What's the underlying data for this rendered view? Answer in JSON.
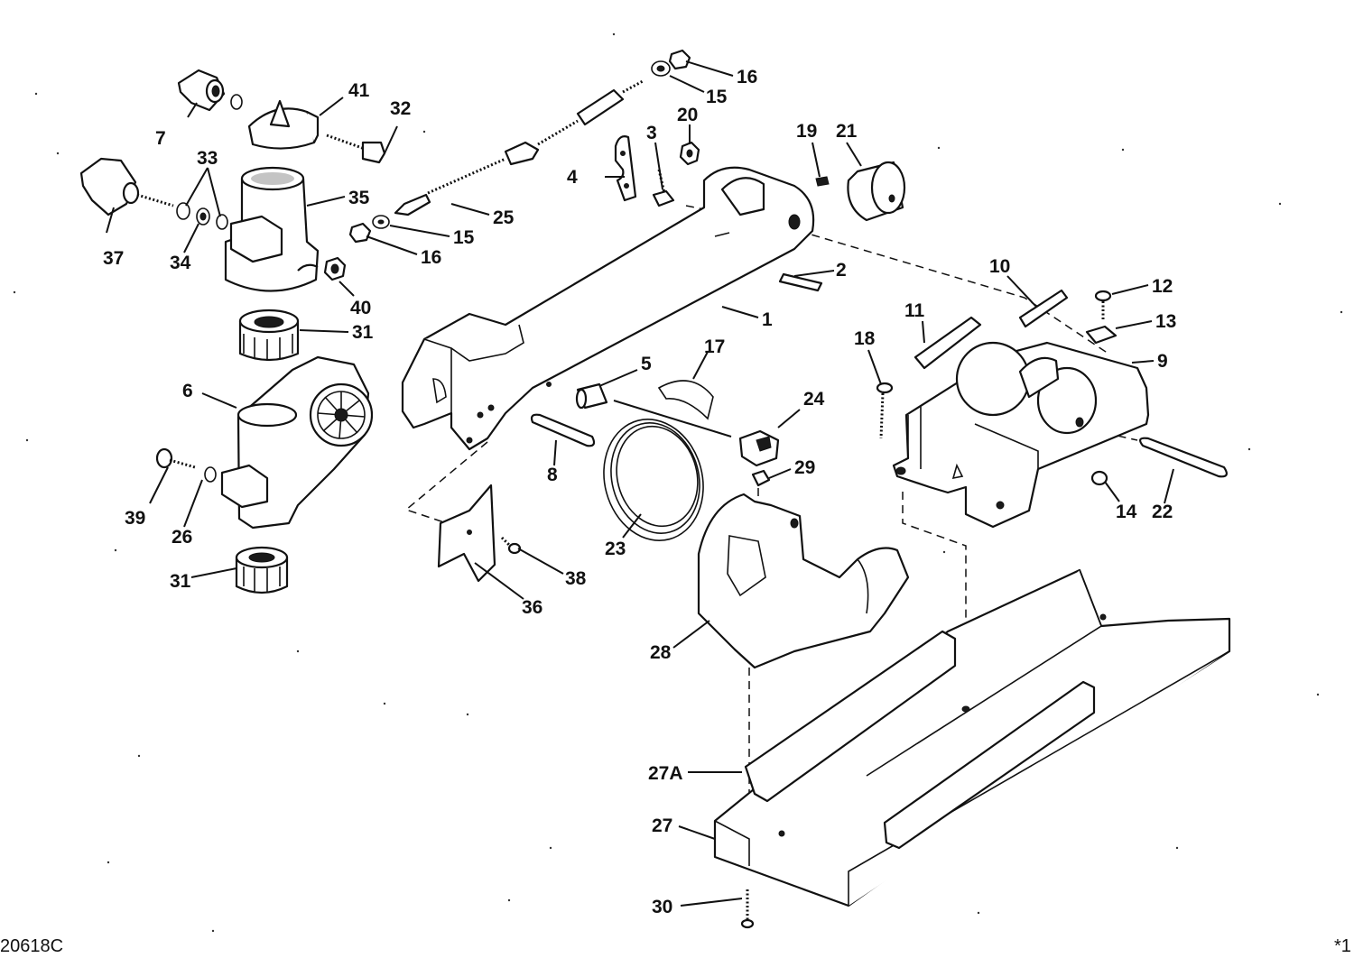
{
  "callouts": {
    "c1": "1",
    "c2": "2",
    "c3": "3",
    "c4": "4",
    "c5": "5",
    "c6": "6",
    "c7": "7",
    "c8": "8",
    "c9": "9",
    "c10": "10",
    "c11": "11",
    "c12": "12",
    "c13": "13",
    "c14": "14",
    "c15a": "15",
    "c15b": "15",
    "c16a": "16",
    "c16b": "16",
    "c17": "17",
    "c18": "18",
    "c19": "19",
    "c20": "20",
    "c21": "21",
    "c22": "22",
    "c23": "23",
    "c24": "24",
    "c25": "25",
    "c26": "26",
    "c27": "27",
    "c27a": "27A",
    "c28": "28",
    "c29": "29",
    "c30": "30",
    "c31a": "31",
    "c31b": "31",
    "c32": "32",
    "c33": "33",
    "c34": "34",
    "c35": "35",
    "c36": "36",
    "c37": "37",
    "c38": "38",
    "c39": "39",
    "c40": "40",
    "c41": "41"
  },
  "footer": {
    "drawing_code": "20618C",
    "corner_mark": "*1"
  }
}
